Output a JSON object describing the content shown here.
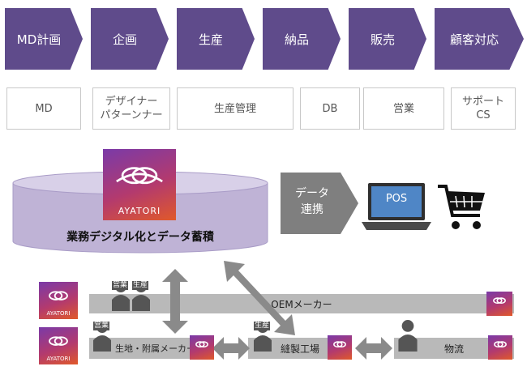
{
  "flow_steps": [
    "MD計画",
    "企画",
    "生産",
    "納品",
    "販売",
    "顧客対応"
  ],
  "functions": [
    {
      "line1": "MD",
      "line2": ""
    },
    {
      "line1": "デザイナー",
      "line2": "パターンナー"
    },
    {
      "line1": "生産管理",
      "line2": ""
    },
    {
      "line1": "DB",
      "line2": ""
    },
    {
      "line1": "営業",
      "line2": ""
    },
    {
      "line1": "サポート",
      "line2": "CS"
    }
  ],
  "platform": {
    "logo_text": "AYATORI",
    "label": "業務デジタル化とデータ蓄積"
  },
  "data_link": {
    "line1": "データ",
    "line2": "連携"
  },
  "pos_label": "POS",
  "bars": {
    "oem": "OEMメーカー",
    "fabric": "生地・附属メーカー",
    "sewing": "縫製工場",
    "logistics": "物流"
  },
  "person_tags": {
    "sales": "営業",
    "production": "生産"
  },
  "colors": {
    "chevron": "#5f4b8b",
    "cylinder": "#bfb3d6",
    "bar": "#b9b9b9",
    "arrow": "#8a8a8a"
  }
}
